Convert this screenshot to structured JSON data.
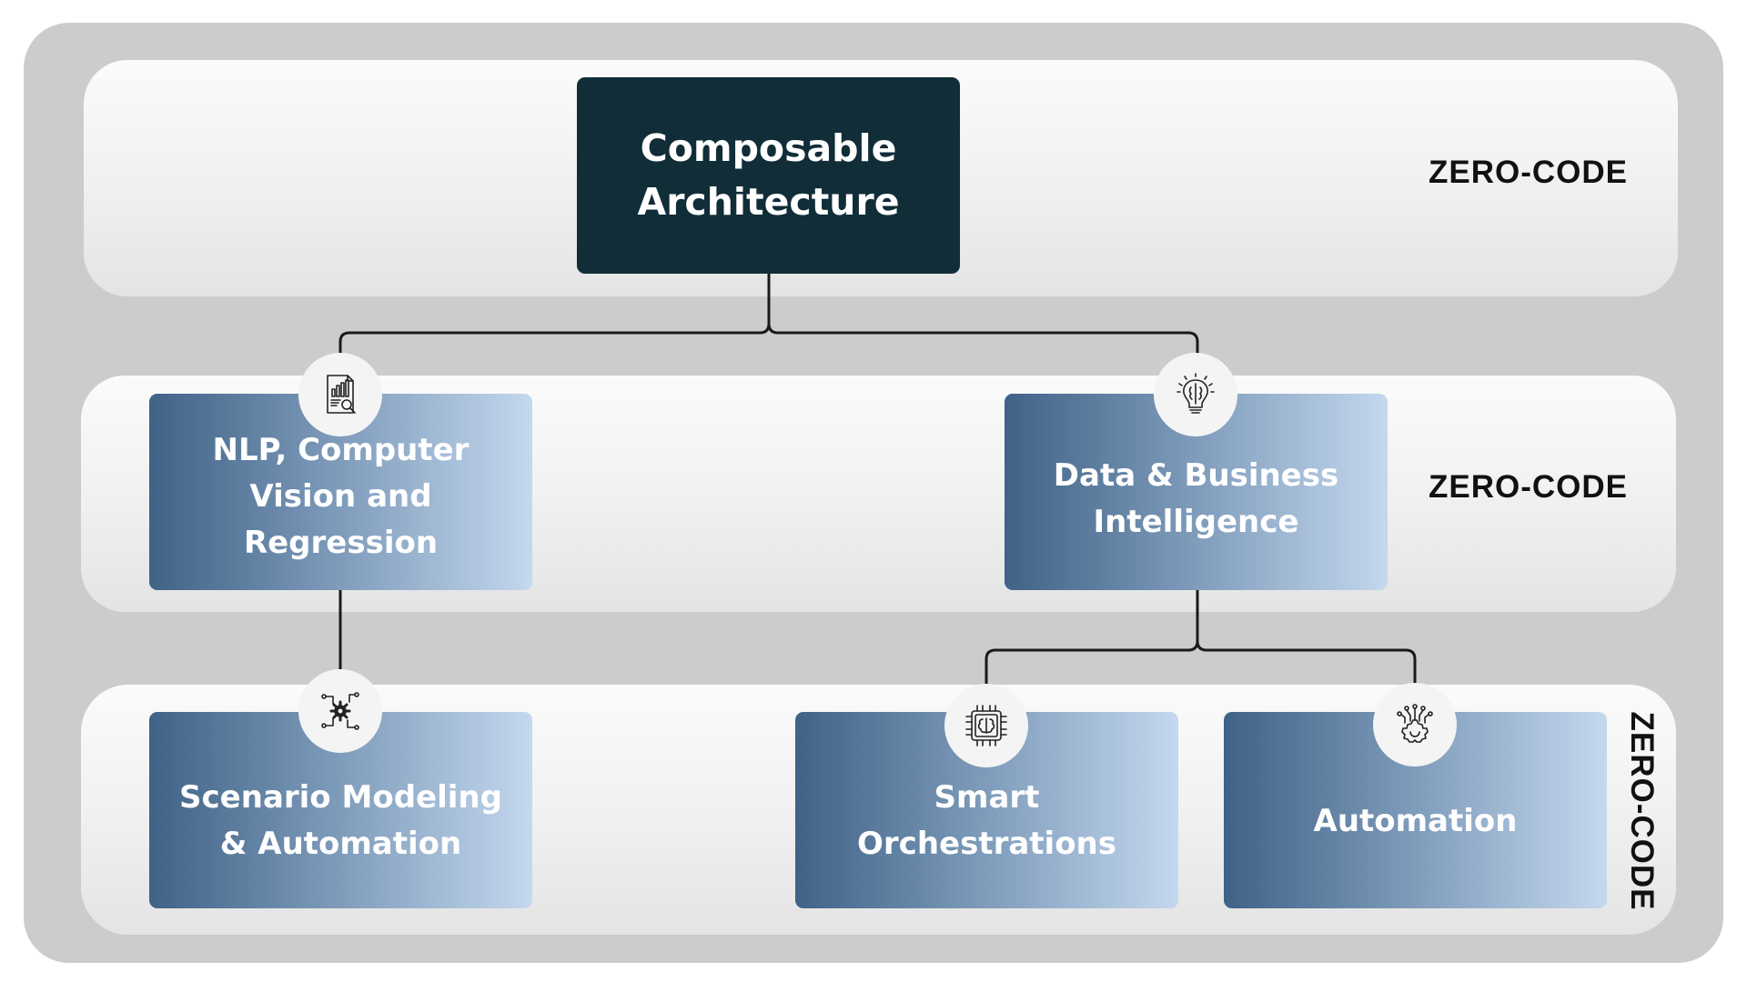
{
  "root": {
    "line1": "Composable",
    "line2": "Architecture"
  },
  "tiers": {
    "top_label": "ZERO-CODE",
    "middle_label": "ZERO-CODE",
    "bottom_label": "ZERO-CODE"
  },
  "nodes": {
    "nlp": {
      "label": "NLP, Computer Vision and Regression",
      "icon": "report-analytics-icon"
    },
    "dbi": {
      "label": "Data & Business Intelligence",
      "icon": "lightbulb-brain-icon"
    },
    "scenario": {
      "label": "Scenario Modeling & Automation",
      "icon": "gear-network-icon"
    },
    "smart": {
      "label": "Smart Orchestrations",
      "icon": "brain-chip-icon"
    },
    "automation": {
      "label": "Automation",
      "icon": "gear-circuit-icon"
    }
  },
  "colors": {
    "root_fill": "#102d38",
    "node_gradient_start": "#3f6286",
    "node_gradient_end": "#c4d8ee",
    "outer_background": "#cccccc",
    "connector": "#1a1a1a"
  }
}
